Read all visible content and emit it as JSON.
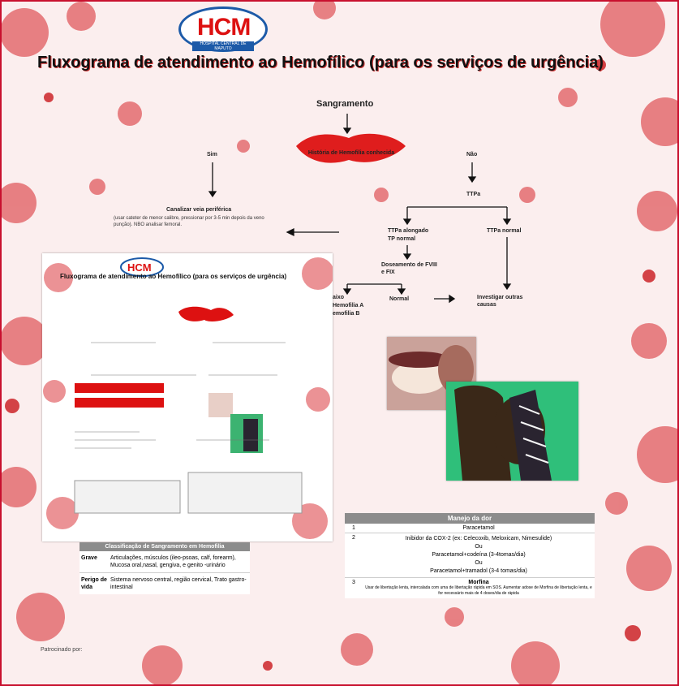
{
  "logo": {
    "text": "HCM",
    "subtitle": "HOSPITAL CENTRAL DE MAPUTO"
  },
  "title": "Fluxograma de atendimento ao Hemofílico (para os serviços de urgência)",
  "flow": {
    "sangramento": "Sangramento",
    "historia": "História de Hemofilia conhecida",
    "sim": "Sim",
    "nao": "Não",
    "canalizar_title": "Canalizar veia periférica",
    "canalizar_desc": "(usar cateter de menor calibre, pressionar por 3-5 min depois da veno punção). NBO analisar femoral.",
    "ttpa": "TTPa",
    "ttpa_alongado": "TTPa alongado",
    "tp_normal": "TP normal",
    "ttpa_normal": "TTPa normal",
    "doseamento": "Doseamento de FVIII e FIX",
    "baixo_a": "aixo",
    "baixo_b": "Hemofilia A",
    "baixo_c": "emofilia B",
    "normal": "Normal",
    "investigar": "Investigar outras causas"
  },
  "dor": {
    "header": "Manejo da dor",
    "rows": [
      {
        "num": "1",
        "lines": [
          "Paracetamol"
        ]
      },
      {
        "num": "2",
        "lines": [
          "Inibidor da COX-2 (ex: Celecoxib, Meloxicam, Nimesulide)",
          "Ou",
          "Paracetamol+codeína (3-4tomas/dia)",
          "Ou",
          "Paracetamol+tramadol (3-4 tomas/dia)"
        ]
      },
      {
        "num": "3",
        "lines": [
          "Morfina",
          "Usar de libertação lenta, intercalada com uma de libertação rápida em SOS. Aumentar adose de Morfina de libertação lenta, e for necessário mais de 4 doses/dia de rápida"
        ]
      }
    ]
  },
  "classificacao": {
    "header": "Classificação de Sangramento em Hemofilia",
    "rows": [
      {
        "label": "Grave",
        "text": "Articulações, músculos (ileo-psoas, calf, forearm), Mucosa oral,nasal, gengiva, e genito -urinário"
      },
      {
        "label": "Perigo de vida",
        "text": "Sistema nervoso central, região cervical, Trato gastro-intestinal"
      }
    ]
  },
  "footer": "Patrocinado por:",
  "thumb_mini_title": "Fluxograma de atendimento ao Hemofílico (para os serviços de urgência)",
  "colors": {
    "accent_red": "#c8102e",
    "logo_blue": "#1c5aa8",
    "header_gray": "#8c8c8c"
  }
}
